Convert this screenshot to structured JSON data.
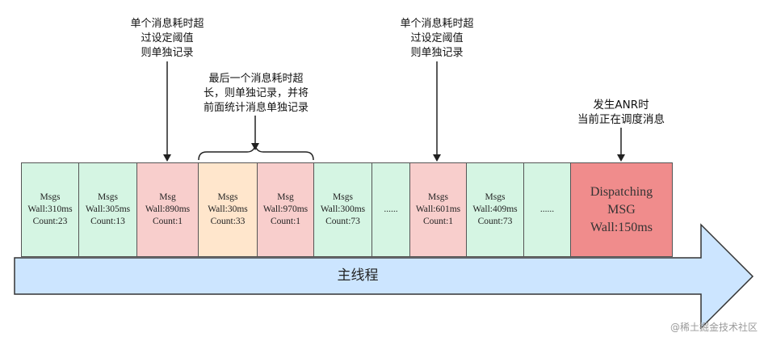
{
  "boxes": [
    {
      "lines": [
        "Msgs",
        "Wall:310ms",
        "Count:23"
      ],
      "color": "#d5f5e3"
    },
    {
      "lines": [
        "Msgs",
        "Wall:305ms",
        "Count:13"
      ],
      "color": "#d5f5e3"
    },
    {
      "lines": [
        "Msg",
        "Wall:890ms",
        "Count:1"
      ],
      "color": "#f8cecc"
    },
    {
      "lines": [
        "Msgs",
        "Wall:30ms",
        "Count:33"
      ],
      "color": "#ffe6cc"
    },
    {
      "lines": [
        "Msg",
        "Wall:970ms",
        "Count:1"
      ],
      "color": "#f8cecc"
    },
    {
      "lines": [
        "Msgs",
        "Wall:300ms",
        "Count:73"
      ],
      "color": "#d5f5e3"
    },
    {
      "lines": [
        "......"
      ],
      "color": "#d5f5e3"
    },
    {
      "lines": [
        "Msgs",
        "Wall:601ms",
        "Count:1"
      ],
      "color": "#f8cecc"
    },
    {
      "lines": [
        "Msgs",
        "Wall:409ms",
        "Count:73"
      ],
      "color": "#d5f5e3"
    },
    {
      "lines": [
        "......"
      ],
      "color": "#d5f5e3"
    },
    {
      "lines": [
        "Dispatching",
        "MSG",
        "Wall:150ms"
      ],
      "color": "#f08c8c"
    }
  ],
  "notes": {
    "single_timeout_1": [
      "单个消息耗时超",
      "过设定阈值",
      "则单独记录"
    ],
    "last_timeout": [
      "最后一个消息耗时超",
      "长，则单独记录，并将",
      "前面统计消息单独记录"
    ],
    "single_timeout_2": [
      "单个消息耗时超",
      "过设定阈值",
      "则单独记录"
    ],
    "anr": [
      "发生ANR时",
      "当前正在调度消息"
    ]
  },
  "main_thread_label": "主线程",
  "watermark": "@稀土掘金技术社区",
  "colors": {
    "arrow_fill": "#cce5ff",
    "arrow_stroke": "#333333",
    "box_border": "#555555"
  }
}
